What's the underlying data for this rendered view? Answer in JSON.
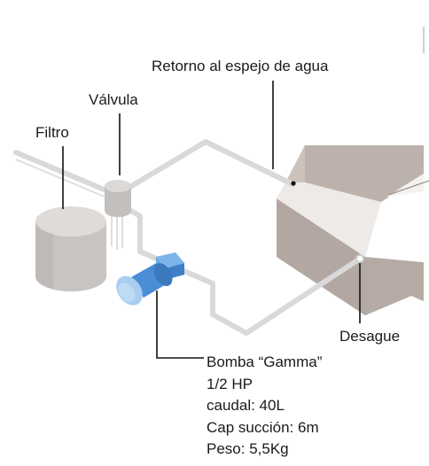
{
  "labels": {
    "filtro": "Filtro",
    "valvula": "Válvula",
    "retorno": "Retorno al espejo de agua",
    "desague": "Desague"
  },
  "pump_specs": [
    "Bomba “Gamma”",
    "1/2 HP",
    "caudal: 40L",
    "Cap succión: 6m",
    "Peso: 5,5Kg"
  ],
  "colors": {
    "pipe": "#d9d9d9",
    "tank": "#c9c5c2",
    "pool_wall": "#b7aca5",
    "pump_blue": "#4a8ed6",
    "pump_light": "#a9cdf0",
    "leader_line": "#111111"
  }
}
